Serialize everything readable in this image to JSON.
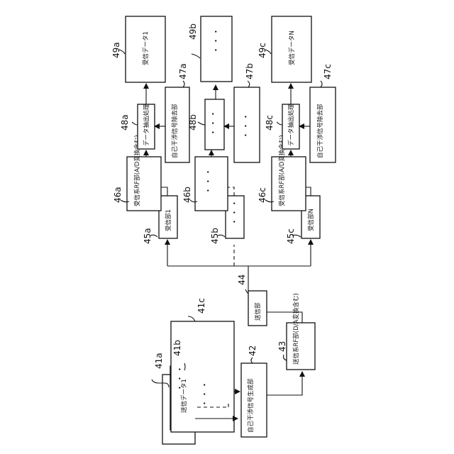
{
  "refs": {
    "r41a": "41a",
    "r41b": "41b",
    "r41c": "41c",
    "r42": "42",
    "r43": "43",
    "r44": "44",
    "r45a": "45a",
    "r45b": "45b",
    "r45c": "45c",
    "r46a": "46a",
    "r46b": "46b",
    "r46c": "46c",
    "r47a": "47a",
    "r47b": "47b",
    "r47c": "47c",
    "r48a": "48a",
    "r48b": "48b",
    "r48c": "48c",
    "r49a": "49a",
    "r49b": "49b",
    "r49c": "49c"
  },
  "labels": {
    "tx_data_1": "送信データ1",
    "cancel_tx": "自己干渉信号生成部",
    "tx_rf": "送信系RF部(D/A変換含む)",
    "tx_unit": "送信部",
    "rx1": "受信部1",
    "rxN": "受信部N",
    "rx_rf_a": "受信系RF部(A/D変換含む)",
    "rx_rf_c": "受信系RF部(A/D変換含む)",
    "cancel_rx_a": "自己干渉信号除去部",
    "cancel_rx_c": "自己干渉信号除去部",
    "demod_a": "データ抽出処理",
    "demod_c": "データ抽出処理",
    "rx_data_1": "受信データ1",
    "rx_data_N": "受信データN"
  },
  "ellipsis": "・・・"
}
